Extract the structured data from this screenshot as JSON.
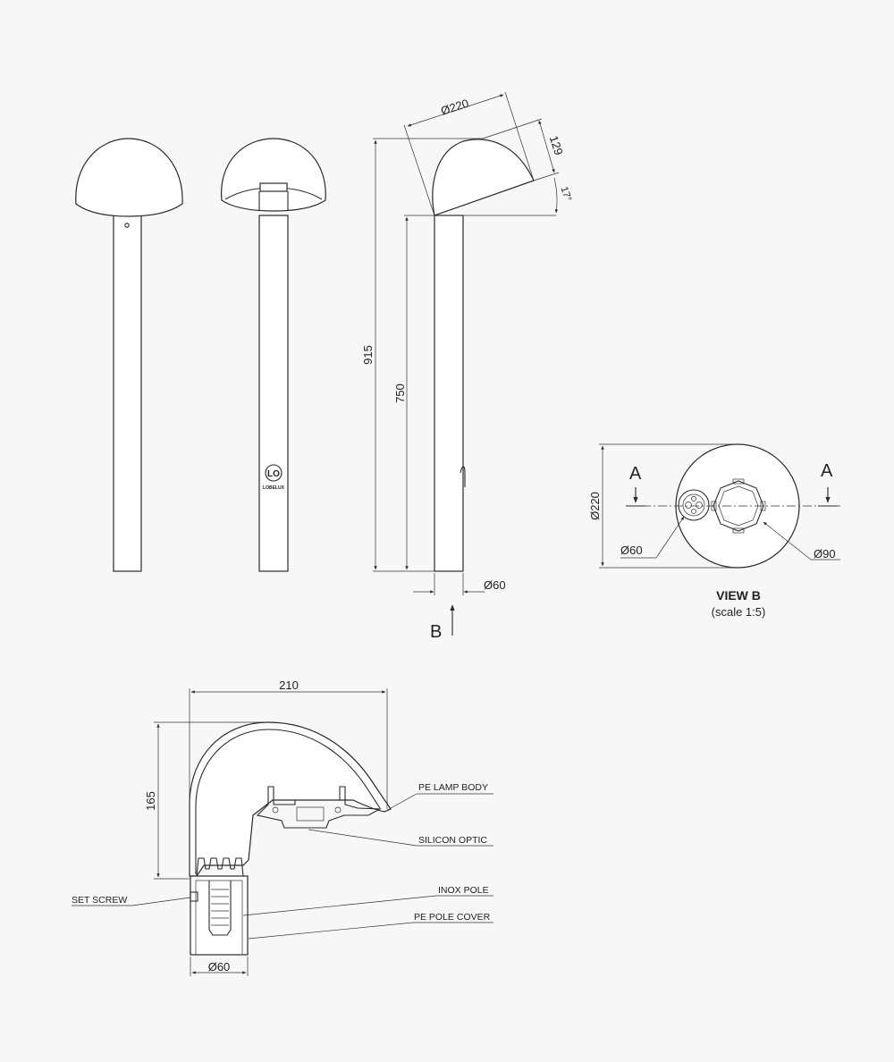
{
  "dimensions": {
    "dome_diameter": "Ø220",
    "dome_height": "129",
    "tilt_angle": "17°",
    "overall_height": "915",
    "pole_height": "750",
    "pole_diameter": "Ø60",
    "view_b_diameter": "Ø220",
    "view_b_inner_small": "Ø60",
    "view_b_inner_large": "Ø90",
    "section_width": "210",
    "section_height": "165",
    "section_pole_diameter": "Ø60"
  },
  "markers": {
    "view_arrow": "B",
    "section_left": "A",
    "section_right": "A"
  },
  "view_b": {
    "title": "VIEW B",
    "scale": "(scale 1:5)"
  },
  "callouts": {
    "lamp_body": "PE LAMP BODY",
    "optic": "SILICON OPTIC",
    "inox_pole": "INOX POLE",
    "pole_cover": "PE POLE COVER",
    "set_screw": "SET SCREW"
  },
  "logo": {
    "mark": "LO",
    "name": "LOBELUX"
  }
}
